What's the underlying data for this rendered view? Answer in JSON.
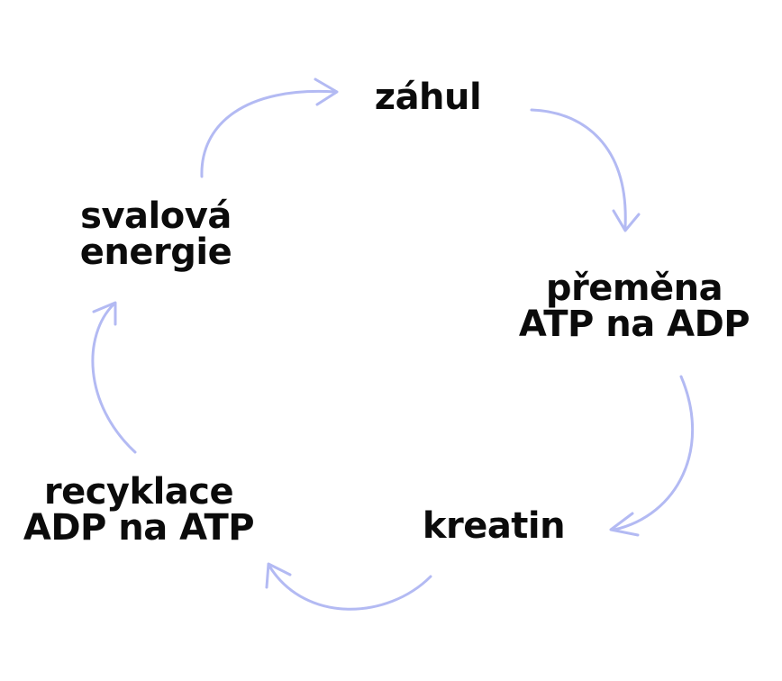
{
  "diagram": {
    "type": "cycle",
    "arrow_color": "#b3baf3",
    "text_color": "#0b0b0b",
    "nodes": [
      {
        "id": "zahul",
        "lines": [
          "záhul"
        ]
      },
      {
        "id": "premena",
        "lines": [
          "přeměna",
          "ATP na ADP"
        ]
      },
      {
        "id": "kreatin",
        "lines": [
          "kreatin"
        ]
      },
      {
        "id": "recyklace",
        "lines": [
          "recyklace",
          "ADP na ATP"
        ]
      },
      {
        "id": "svalova",
        "lines": [
          "svalová",
          "energie"
        ]
      }
    ],
    "flow": [
      "zahul",
      "premena",
      "kreatin",
      "recyklace",
      "svalova",
      "zahul"
    ]
  }
}
